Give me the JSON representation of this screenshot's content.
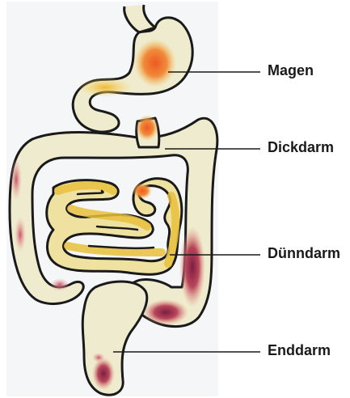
{
  "labels": {
    "stomach": "Magen",
    "large_intestine": "Dickdarm",
    "small_intestine": "Dünndarm",
    "rectum": "Enddarm"
  },
  "colors": {
    "tissue": "#efebce",
    "outline": "#1a1a1a",
    "inflamed_orange": "#ef6a2a",
    "yellow_small_intestine": "#e9c63a",
    "inflamed_purple": "#8a2a4a",
    "background_panel": "#f4f6f8"
  }
}
